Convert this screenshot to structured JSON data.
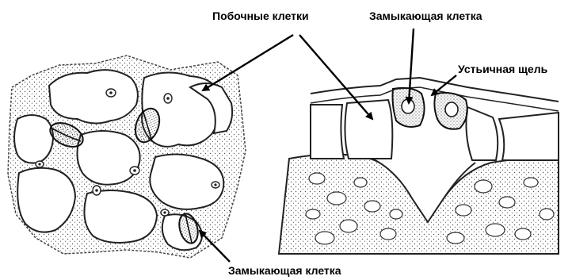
{
  "labels": {
    "subsidiary_cells": "Побочные клетки",
    "guard_cell_top": "Замыкающая клетка",
    "stomatal_slit": "Устьичная щель",
    "guard_cell_bottom": "Замыкающая клетка"
  },
  "colors": {
    "ink": "#000000",
    "cell_wall": "#2a2a2a",
    "cell_fill": "#ffffff",
    "stipple": "#555555",
    "background": "#ffffff"
  }
}
